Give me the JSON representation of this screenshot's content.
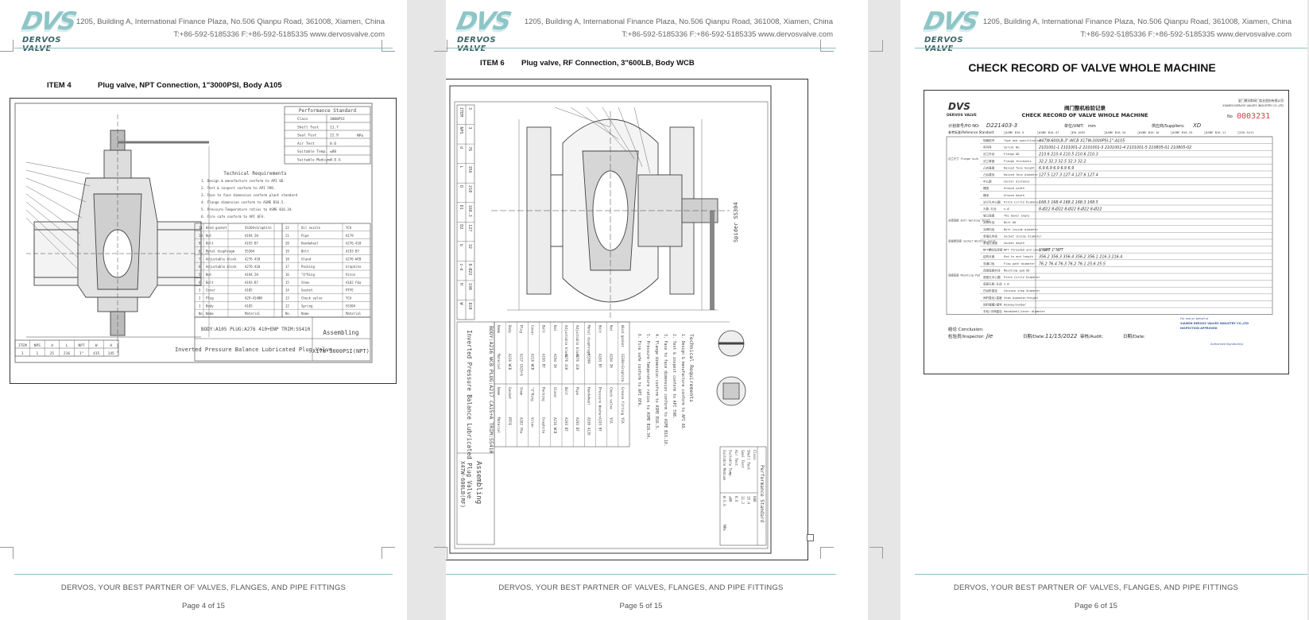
{
  "header": {
    "logo_mark": "DVS",
    "logo_text": "DERVOS VALVE",
    "address": "1205, Building A, International Finance Plaza, No.506 Qianpu Road, 361008, Xiamen, China",
    "contact": "T:+86-592-5185336    F:+86-592-5185335    www.dervosvalve.com"
  },
  "footer": {
    "slogan": "DERVOS, YOUR BEST PARTNER OF VALVES, FLANGES, AND PIPE FITTINGS"
  },
  "pages": [
    {
      "page_label": "Page 4 of 15",
      "item_no": "ITEM 4",
      "item_title": "Plug valve, NPT Connection, 1\"3000PSI, Body A105",
      "drawing": {
        "perf_title": "Performance Standard",
        "perf_rows": [
          [
            "Class",
            "3000PSI"
          ],
          [
            "Shell Test",
            "11.7"
          ],
          [
            "Seal Test",
            "22.9"
          ],
          [
            "Air Test",
            "0.6"
          ],
          [
            "Suitable Temp.",
            "≤80"
          ],
          [
            "Suitable Medium",
            "W.O.G"
          ]
        ],
        "perf_unit": "MPa",
        "req_title": "Technical Requirements",
        "reqs": [
          "1. Design & manufacture conform to API 6D.",
          "2. Test & inspect conform to API 598.",
          "3. Face to face dimension conform plant standard",
          "4. Flange dimension conform to ASME B16.5.",
          "5. Pressure-Temperature ratios to ASME B16.34.",
          "6. Fire safe conform to API 6FA."
        ],
        "parts_left": [
          [
            "11",
            "Wind gasket",
            "SS304+Graphite"
          ],
          [
            "10",
            "Nut",
            "A194 2H"
          ],
          [
            "9",
            "Bolt",
            "A193 B7"
          ],
          [
            "8",
            "Metal diaphragm",
            "SS304"
          ],
          [
            "7",
            "Adjustable block",
            "A276 410"
          ],
          [
            "6",
            "Adjustable block",
            "A276 410"
          ],
          [
            "5",
            "Nut",
            "A194 2H"
          ],
          [
            "4",
            "Bolt",
            "A193 B7"
          ],
          [
            "3",
            "Cover",
            "A105"
          ],
          [
            "2",
            "Plug",
            "A29-4140N"
          ],
          [
            "1",
            "Body",
            "A105"
          ],
          [
            "No.",
            "Name",
            "Material"
          ]
        ],
        "parts_right": [
          [
            "22",
            "Oil nozzle",
            "YCA"
          ],
          [
            "21",
            "Pipe",
            "A179"
          ],
          [
            "20",
            "Handwheel",
            "A276 410"
          ],
          [
            "19",
            "Bolt",
            "A193 B7"
          ],
          [
            "18",
            "Gland",
            "A276 WCB"
          ],
          [
            "17",
            "Packing",
            "Graphite"
          ],
          [
            "16",
            "\"O\"Ring",
            "Viton"
          ],
          [
            "15",
            "Stem",
            "A182 F6a"
          ],
          [
            "14",
            "Gasket",
            "PTFE"
          ],
          [
            "13",
            "Check valve",
            "YCA"
          ],
          [
            "12",
            "Spring",
            "SS304"
          ],
          [
            "No.",
            "Name",
            "Material"
          ]
        ],
        "material_note": "BODY:A105 PLUG:A276 410+ENP TRIM:SS410",
        "assembly_label": "Assembling",
        "model_name": "Inverted Pressure Balance Lubricated Plug Valve",
        "model_code": "X17W-3000PSI(NPT)",
        "dim_headers": [
          "ITEM",
          "NPS",
          "d",
          "L",
          "NPT",
          "W",
          "H"
        ],
        "dim_values": [
          "1",
          "1",
          "25",
          "216",
          "1\"",
          "415",
          "145"
        ]
      }
    },
    {
      "page_label": "Page 5 of 15",
      "item_no": "ITEM 6",
      "item_title": "Plug valve, RF Connection, 3\"600LB, Body WCB",
      "drawing": {
        "perf_title": "Performance Standard",
        "perf_rows": [
          [
            "Class",
            "600"
          ],
          [
            "Shell Test",
            "15.4"
          ],
          [
            "Seal Test",
            "11.2"
          ],
          [
            "Air Test",
            "0.6"
          ],
          [
            "Suitable Temp.",
            "≤80"
          ],
          [
            "Suitable Medium",
            "W.O.G"
          ]
        ],
        "perf_unit": "MPa",
        "req_title": "Technical Requirements",
        "reqs": [
          "1. Design & manufacture conform to API 6D.",
          "2. Test & inspect conform to API 598.",
          "3. Face to face dimension conform to ASME B16.10.",
          "4. Flange dimension conform to ASME B16.5.",
          "5. Pressure-Temperature ratios to ASME B16.34.",
          "6. Fire safe conform to API 6FA."
        ],
        "spider_label": "Spider SS304",
        "parts_left": [
          [
            "12",
            "Wind gasket",
            "SS304+Graphite"
          ],
          [
            "11",
            "Nut",
            "A194 2H"
          ],
          [
            "10",
            "Bolt",
            "A193 B7"
          ],
          [
            "9",
            "Metal diaphragm",
            "SS304"
          ],
          [
            "8",
            "Adjustable block",
            "A276 410"
          ],
          [
            "7",
            "Adjustable block",
            "A276 410"
          ],
          [
            "6",
            "Nut",
            "A194 2H"
          ],
          [
            "5",
            "Bolt",
            "A193 B7"
          ],
          [
            "4",
            "Cover",
            "A216 WCB"
          ],
          [
            "3",
            "Plug",
            "A217 CA15+A"
          ],
          [
            "2",
            "Body",
            "A216 WCB"
          ],
          [
            "No.",
            "Name",
            "Material"
          ]
        ],
        "parts_right": [
          [
            "24",
            "Grease fitting",
            "YCA"
          ],
          [
            "23",
            "Check valve",
            "YCA"
          ],
          [
            "22",
            "Pressure Washer",
            "A193 B7"
          ],
          [
            "21",
            "Handwheel",
            "A536 A126"
          ],
          [
            "20",
            "Pipe",
            "A193 B7"
          ],
          [
            "19",
            "Bolt",
            "A193 B7"
          ],
          [
            "18",
            "Gland",
            "A216 WCB"
          ],
          [
            "17",
            "Packing",
            "Graphite"
          ],
          [
            "16",
            "\"O\"Ring",
            "Viton"
          ],
          [
            "15",
            "Stem",
            "A182 F6a"
          ],
          [
            "14",
            "Gasket",
            "PTFE"
          ],
          [
            "No.",
            "Name",
            "Material"
          ]
        ],
        "material_note": "BODY:A216 WCB PLUG:A217 CA15+A TRIM:SS410",
        "assembly_label": "Assembling",
        "model_name": "Inverted Pressure Balance Lubricated Plug Valve",
        "model_code": "X47W-600LB(RF)",
        "dim_headers": [
          "ITEM",
          "NPS",
          "d",
          "L",
          "D",
          "D1",
          "D2",
          "b",
          "z-d",
          "H",
          "W"
        ],
        "dim_values": [
          "3",
          "3",
          "76",
          "356",
          "210",
          "168.3",
          "127",
          "32",
          "8-Ø22",
          "190",
          "810"
        ]
      }
    },
    {
      "page_label": "Page 6 of 15",
      "section_title": "CHECK RECORD OF VALVE WHOLE MACHINE",
      "record": {
        "logo_mark": "DVS",
        "logo_text": "DERVOS VALVE",
        "company_cn": "厦门德沃斯阀门实业股份有限公司",
        "company_en": "XIAMEN DERVOS VALVES INDUSTRY CO.,LTD",
        "form_title_cn": "阀门整机检验记录",
        "form_title_en": "CHECK RECORD OF VALVE WHOLE MACHINE",
        "no_label": "No",
        "record_no": "0003231",
        "po_label": "计划单号/PO NO:",
        "po_value": "D221403-3",
        "unit_label": "单位/UNIT:",
        "unit_value": "mm",
        "supplier_label": "供应商/Suppliers:",
        "supplier_value": "XD",
        "ref_label": "参考标准/Reference Standard:",
        "ref_standards": [
          "□ASME B16.5",
          "□ASME B16.47",
          "□EN 1092",
          "□ASME B16.34",
          "□ASME B16.10",
          "□ASME B16.25",
          "□ASME B16.11",
          "□ISO 5211"
        ],
        "rows": [
          {
            "group": "",
            "cn": "规格型号",
            "en": "Type and specification",
            "vals": "X47W-600LB-3\"-WCB      X17W-3000PSI-1\"-A105"
          },
          {
            "group": "",
            "cn": "序列号",
            "en": "Serial No.",
            "vals": "2101001-1  2101001-2  2101001-3  2101001-4  2101001-5        210805-01  210805-02"
          },
          {
            "group": "法兰尺寸 Flange size",
            "cn": "法兰外径",
            "en": "Flange OD",
            "vals": "210.6  210.4  210.5  210.6  210.3"
          },
          {
            "group": "",
            "cn": "法兰厚度",
            "en": "Flange thickness",
            "vals": "32.2  32.3  32.5  32.3  32.2"
          },
          {
            "group": "",
            "cn": "凸台高度",
            "en": "Raised face height",
            "vals": "6.9  6.9  6.9  6.9  6.9"
          },
          {
            "group": "",
            "cn": "凸台直径",
            "en": "Raised face diameter",
            "vals": "127.5  127.3  127.4  127.6  127.4"
          },
          {
            "group": "",
            "cn": "中心距",
            "en": "Center distance",
            "vals": ""
          },
          {
            "group": "",
            "cn": "槽宽",
            "en": "Groove width",
            "vals": ""
          },
          {
            "group": "",
            "cn": "槽深",
            "en": "Groove depth",
            "vals": ""
          },
          {
            "group": "",
            "cn": "法兰孔中心圆",
            "en": "Pitch Circle Diameter",
            "vals": "168.3  168.4  168.2  168.3  168.5"
          },
          {
            "group": "",
            "cn": "孔数-孔径",
            "en": "n-Ø",
            "vals": "8-Ø22  8-Ø22  8-Ø22  8-Ø22  8-Ø22"
          },
          {
            "group": "对焊连接 Butt Welding Joint",
            "cn": "坡口角度",
            "en": "The bevel angle",
            "vals": ""
          },
          {
            "group": "",
            "cn": "对焊外径",
            "en": "Butt OD",
            "vals": ""
          },
          {
            "group": "",
            "cn": "对焊内径",
            "en": "Butt inside diameter",
            "vals": ""
          },
          {
            "group": "承插焊连接 Socket Welding Joint",
            "cn": "承插孔内径",
            "en": "Socket inside diameter",
            "vals": ""
          },
          {
            "group": "",
            "cn": "承插孔深度",
            "en": "Socket depth",
            "vals": ""
          },
          {
            "group": "",
            "cn": "NPT螺纹及连接",
            "en": "NPT Threaded end connection",
            "vals": "1\"NPT  1\"NPT"
          },
          {
            "group": "",
            "cn": "结构长度",
            "en": "End to end length",
            "vals": "356.2  356.3  356.4  356.2  356.1        216.3  216.4"
          },
          {
            "group": "",
            "cn": "流道口径",
            "en": "Flow path diameter",
            "vals": "76.2  76.4  76.3  76.2  76.1        25.6  25.5"
          },
          {
            "group": "连接底座 Mounting Pad",
            "cn": "连接底座外径",
            "en": "Mounting pad OD",
            "vals": ""
          },
          {
            "group": "",
            "cn": "底座孔中心圆",
            "en": "Pitch Circle Diameter",
            "vals": ""
          },
          {
            "group": "",
            "cn": "底座孔数-孔径",
            "en": "n-Ø",
            "vals": ""
          },
          {
            "group": "",
            "cn": "凹台阶直径",
            "en": "Concave step diameter",
            "vals": ""
          },
          {
            "group": "",
            "cn": "阀杆直径/高度",
            "en": "Stem diameter/height",
            "vals": ""
          },
          {
            "group": "",
            "cn": "阀杆键槽/键号",
            "en": "Keyway/number",
            "vals": ""
          },
          {
            "group": "",
            "cn": "手轮/手柄直径",
            "en": "Handwheel/Lever diameter",
            "vals": ""
          }
        ],
        "conclusion_label": "结论 Conclusion:",
        "inspector_label": "检验员/Inspector:",
        "inspector_sig": "Jie",
        "date_label": "日期/Date:",
        "date_value": "11/15/2022",
        "audit_label": "审核/Audit:",
        "date2_label": "日期/Date:",
        "stamp_line1": "For and on behalf of",
        "stamp_line2": "XIAMEN DERVOS VALVES INDUSTRY CO.,LTD",
        "stamp_line3": "INSPECTION APPROVED",
        "authorized": "Authorized Signature(s)"
      }
    }
  ]
}
